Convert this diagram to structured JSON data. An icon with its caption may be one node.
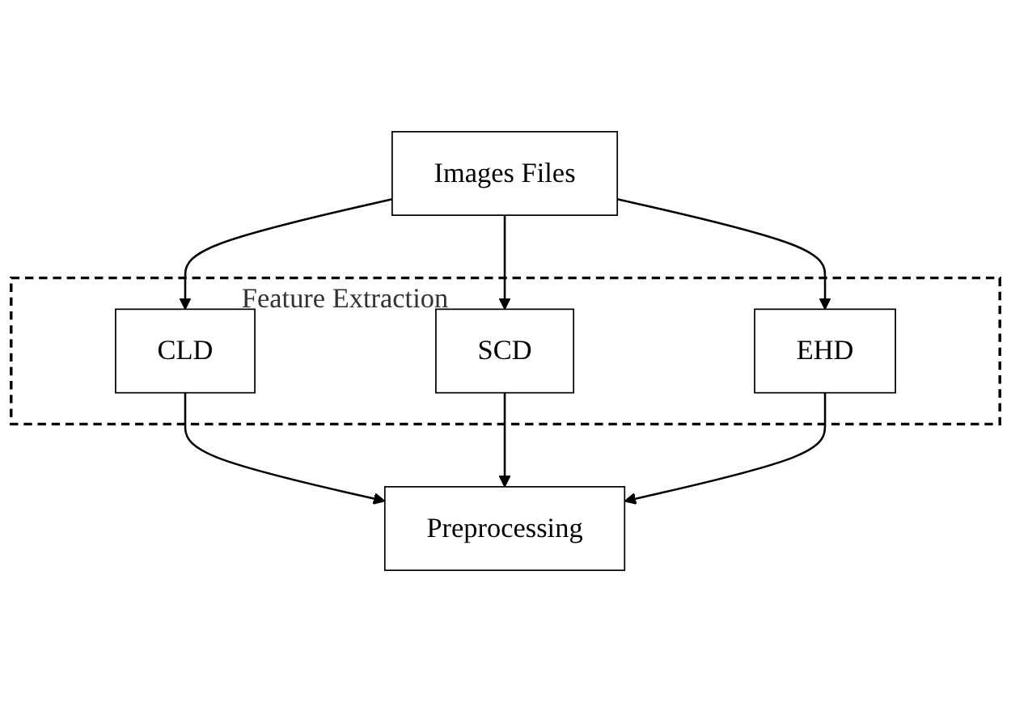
{
  "diagram": {
    "nodes": [
      {
        "text": [
          "Images Files"
        ]
      },
      {
        "text": [
          "Feature Extraction"
        ]
      },
      {
        "text": [
          "CLD"
        ],
        "in": 1
      },
      {
        "text": [
          "SCD"
        ],
        "in": 1
      },
      {
        "text": [
          "EHD"
        ],
        "in": 1
      },
      {
        "text": [
          "Preprocessing"
        ]
      }
    ],
    "edges": [
      {
        "from": 0,
        "to": 2,
        "arrow": "to"
      },
      {
        "from": 0,
        "to": 3,
        "arrow": "to"
      },
      {
        "from": 0,
        "to": 4,
        "arrow": "to"
      },
      {
        "from": 2,
        "to": 5,
        "arrow": "to"
      },
      {
        "from": 3,
        "to": 5,
        "arrow": "to"
      },
      {
        "from": 4,
        "to": 5,
        "arrow": "to"
      }
    ]
  }
}
